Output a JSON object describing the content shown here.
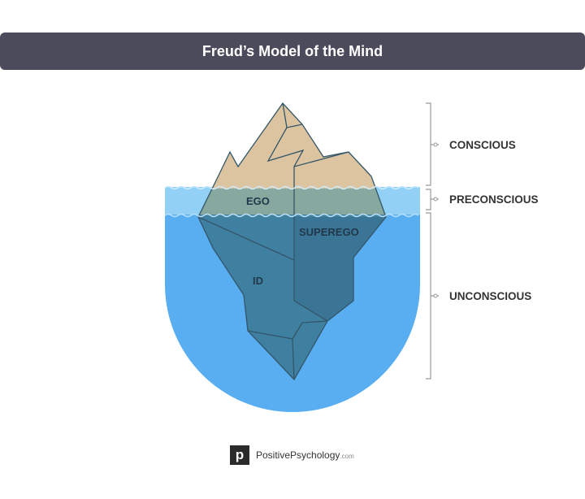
{
  "header": {
    "title": "Freud’s Model of the Mind"
  },
  "levels": [
    {
      "label": "CONSCIOUS"
    },
    {
      "label": "PRECONSCIOUS"
    },
    {
      "label": "UNCONSCIOUS"
    }
  ],
  "iceberg": {
    "ego": "EGO",
    "superego": "SUPEREGO",
    "id": "ID"
  },
  "footer": {
    "logo_letter": "p",
    "brand": "PositivePsychology",
    "suffix": ".com"
  },
  "colors": {
    "header": "#4b4b5c",
    "ice_above": "#dcc4a0",
    "ice_band": "#8aa9a0",
    "ice_below": "#3f7f9f",
    "water_light": "#92d0f6",
    "water_deep": "#58aef0"
  }
}
